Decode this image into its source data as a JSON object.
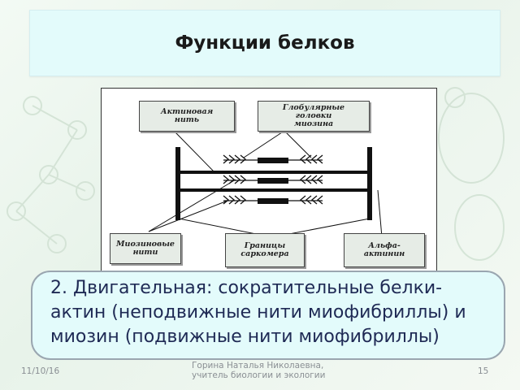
{
  "slide": {
    "title": "Функции белков",
    "text": "2. Двигательная: сократительные белки- актин (неподвижные нити миофибриллы) и миозин (подвижные нити миофибриллы)"
  },
  "diagram": {
    "labels": {
      "actin": "Актиновая\nнить",
      "heads": "Глобулярные\nголовки\nмиозина",
      "myosin": "Миозиновые\nнити",
      "borders": "Границы\nсаркомера",
      "alpha": "Альфа-\nактинин"
    }
  },
  "footer": {
    "date": "11/10/16",
    "author_line1": "Горина Наталья Николаевна,",
    "author_line2": "учитель биологии и экологии",
    "page_number": "15"
  }
}
